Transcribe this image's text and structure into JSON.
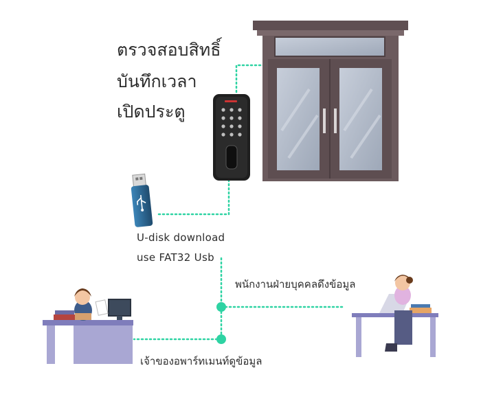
{
  "features": {
    "verify": "ตรวจสอบสิทธิ์",
    "time_record": "บันทึกเวลา",
    "open_door": "เปิดประตู"
  },
  "usb": {
    "line1": "U-disk download",
    "line2": "use FAT32 Usb"
  },
  "roles": {
    "hr_staff": "พนักงานฝ่ายบุคคลดึงข้อมูล",
    "owner": "เจ้าของอพาร์ทเมนท์ดูข้อมูล"
  },
  "colors": {
    "connector": "#2ed3a3",
    "door_frame": "#6b5a5d",
    "glass": "#aeb7c6",
    "device_body": "#1f1f1f",
    "usb_body": "#2b5f86",
    "desk": "#a9a7d3"
  },
  "icons": {
    "door": "double-door-icon",
    "scanner": "fingerprint-keypad-icon",
    "usb": "usb-flash-drive-icon",
    "person_right": "office-worker-laptop-icon",
    "person_left": "office-worker-computer-icon"
  }
}
